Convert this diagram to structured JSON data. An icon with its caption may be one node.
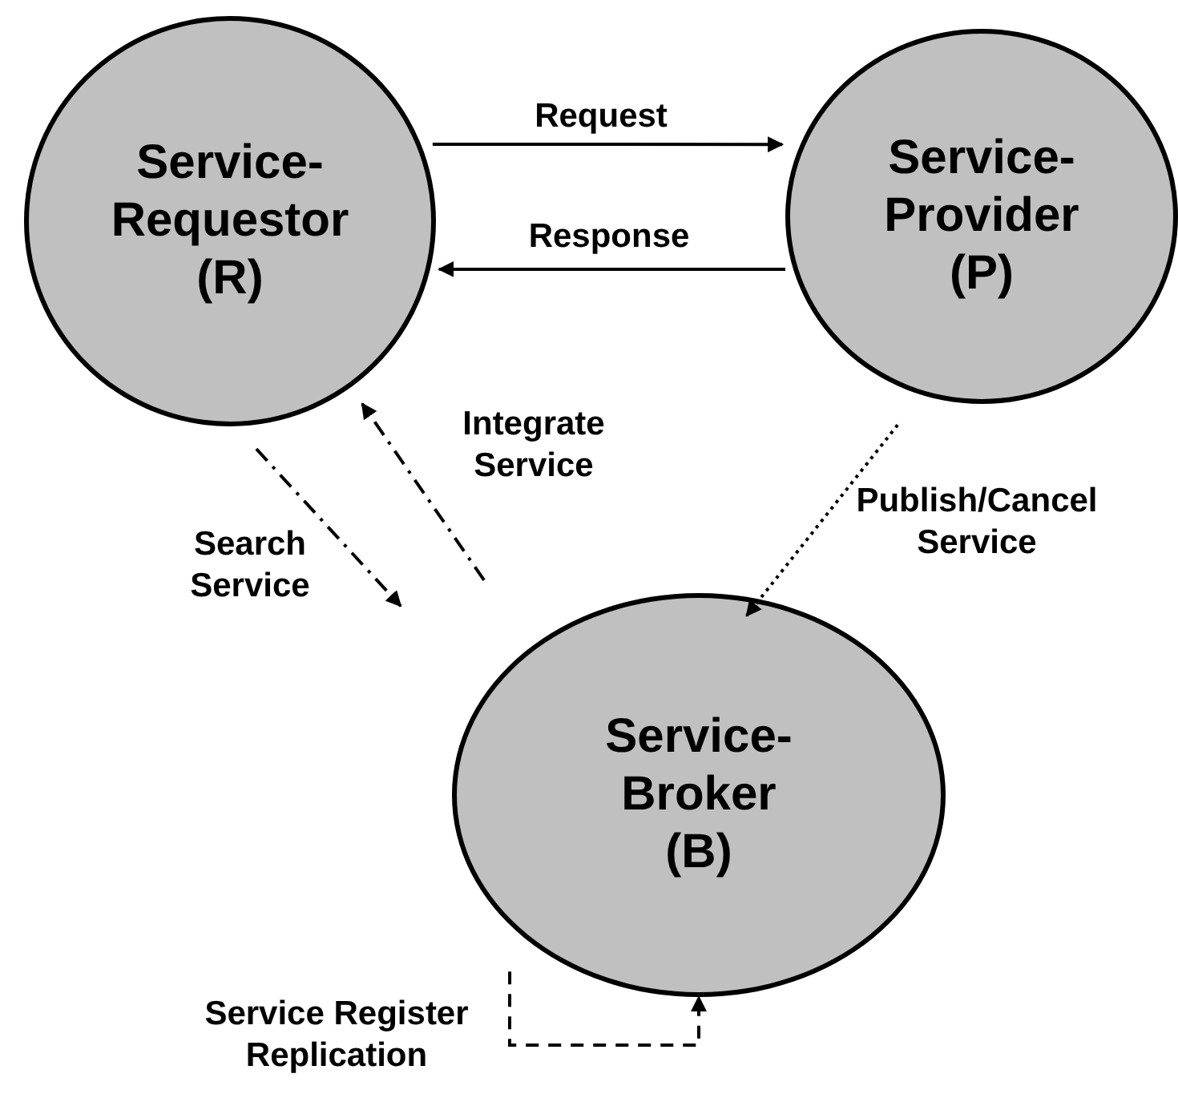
{
  "diagram": {
    "nodes": [
      {
        "text": [
          "Service- Requestor (R)"
        ]
      },
      {
        "text": [
          "Service- Provider (P)"
        ]
      },
      {
        "text": [
          "Service- Broker (B)"
        ]
      }
    ],
    "edges": [
      {
        "from": 0,
        "to": 1,
        "arrow": "to",
        "label": "Request"
      },
      {
        "from": 1,
        "to": 0,
        "arrow": "to",
        "label": "Response"
      },
      {
        "from": 0,
        "to": 2,
        "arrow": "to",
        "label": "Search Service",
        "style": "dashed"
      },
      {
        "from": 2,
        "to": 0,
        "arrow": "to",
        "label": "Integrate Service",
        "style": "dashed"
      },
      {
        "from": 1,
        "to": 2,
        "arrow": "to",
        "label": "Publish/Cancel Service",
        "style": "dashed"
      },
      {
        "from": 2,
        "to": 2,
        "arrow": "to",
        "label": "Service Register Replication",
        "style": "dashed"
      }
    ]
  }
}
